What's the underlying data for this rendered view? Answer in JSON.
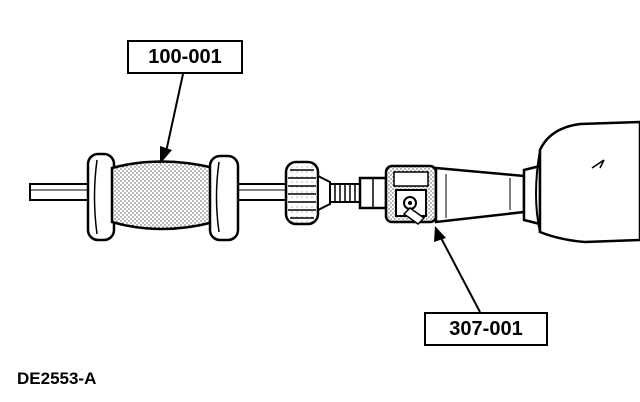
{
  "callouts": {
    "slide_hammer": "100-001",
    "adapter": "307-001"
  },
  "figure_id": "DE2553-A",
  "colors": {
    "ink": "#000000",
    "paper": "#ffffff",
    "shade": "#c8c8c8"
  }
}
